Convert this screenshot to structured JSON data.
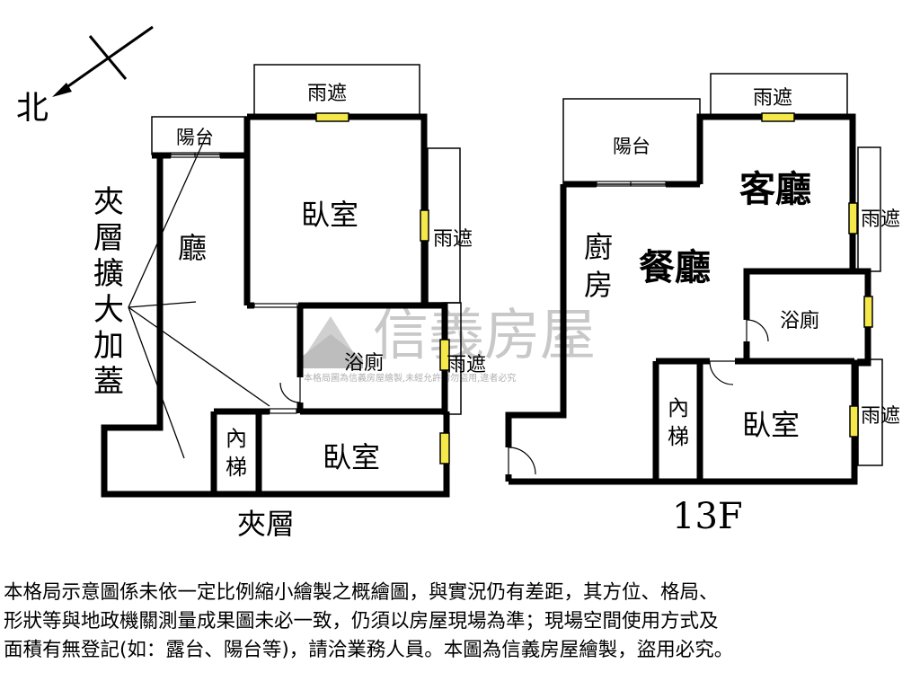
{
  "compass": {
    "label": "北"
  },
  "mezzanine": {
    "caption": "夾層",
    "note_chars": [
      "夾",
      "層",
      "擴",
      "大",
      "加",
      "蓋"
    ],
    "rooms": {
      "balcony": "陽台",
      "canopy_top": "雨遮",
      "canopy_right_1": "雨遮",
      "canopy_right_2": "雨遮",
      "living": "廳",
      "bedroom_1": "臥室",
      "bath": "浴廁",
      "stair_chars": [
        "內",
        "梯"
      ],
      "bedroom_2": "臥室"
    }
  },
  "floor13": {
    "caption": "13F",
    "rooms": {
      "balcony": "陽台",
      "canopy_top": "雨遮",
      "canopy_right_1": "雨遮",
      "canopy_right_2": "雨遮",
      "living": "客廳",
      "dining": "餐廳",
      "kitchen_chars": [
        "廚",
        "房"
      ],
      "bath": "浴廁",
      "stair_chars": [
        "內",
        "梯"
      ],
      "bedroom": "臥室"
    }
  },
  "watermark": {
    "brand": "信義房屋",
    "fine_print": "本格局圖為信義房屋繪製,未經允許請勿盜用,違者必究"
  },
  "disclaimer": {
    "lines": [
      "本格局示意圖係未依一定比例縮小繪製之概繪圖，與實況仍有差距，其方位、格局、",
      "形狀等與地政機關測量成果圖未必一致，仍須以房屋現場為準；現場空間使用方式及",
      "面積有無登記(如：露台、陽台等)，請洽業務人員。本圖為信義房屋繪製，盜用必究。"
    ]
  },
  "colors": {
    "wall": "#000000",
    "window": "#f5e84a",
    "watermark": "#c8c8c8"
  }
}
